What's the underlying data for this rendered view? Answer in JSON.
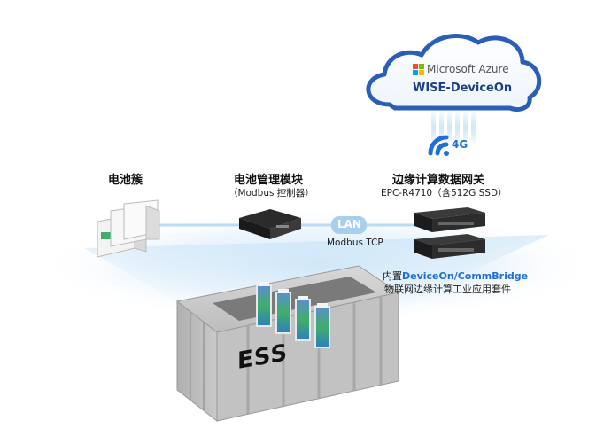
{
  "cloud": {
    "brand": "Microsoft Azure",
    "product": "WISE-DeviceOn"
  },
  "wireless": {
    "label": "4G"
  },
  "nodes": {
    "battery_cluster": {
      "title": "电池簇"
    },
    "bms": {
      "title": "电池管理模块",
      "subtitle": "（Modbus 控制器）"
    },
    "edge_gateway": {
      "title": "边缘计算数据网关",
      "subtitle": "EPC-R4710（含512G SSD）"
    }
  },
  "link": {
    "badge": "LAN",
    "protocol": "Modbus TCP"
  },
  "software": {
    "prefix": "内置",
    "product": "DeviceOn/CommBridge",
    "description": "物联网边缘计算工业应用套件"
  },
  "container": {
    "label": "ESS"
  },
  "colors": {
    "accent_blue": "#1f6fd6",
    "cloud_blue": "#2a5fb8",
    "azure_red": "#f25022",
    "azure_green": "#7fba00",
    "azure_blue": "#00a4ef",
    "azure_yellow": "#ffb900",
    "lan_badge": "#a8cfee",
    "link_line": "#bcdcf3",
    "container_gray": "#b8b8b8",
    "battery_green": "#3fae6a"
  },
  "icons": [
    "cloud-icon",
    "azure-logo-icon",
    "wifi-signal-icon",
    "battery-rack-icon",
    "controller-box-icon",
    "gateway-device-icon",
    "ess-container-icon"
  ]
}
